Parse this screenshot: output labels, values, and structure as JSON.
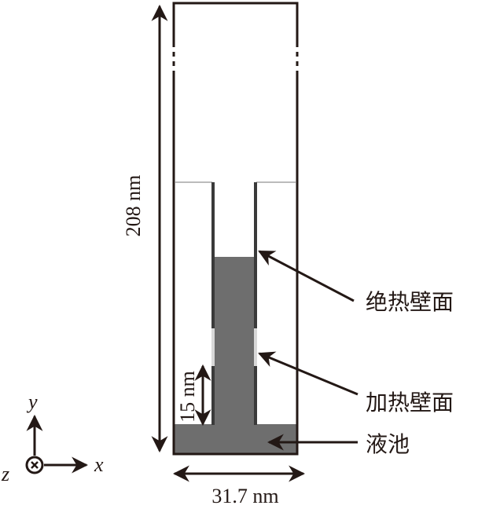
{
  "dimensions": {
    "height": "208 nm",
    "width": "31.7 nm",
    "heater_height": "15 nm"
  },
  "labels": {
    "adiabatic_wall": "绝热壁面",
    "heated_wall": "加热壁面",
    "liquid_pool": "液池"
  },
  "axes": {
    "y": "y",
    "x": "x",
    "z": "z"
  },
  "colors": {
    "liquid": "#6e6e6e",
    "wall": "#3a3a3a",
    "heated": "#d8d8d8",
    "ink": "#231815"
  }
}
